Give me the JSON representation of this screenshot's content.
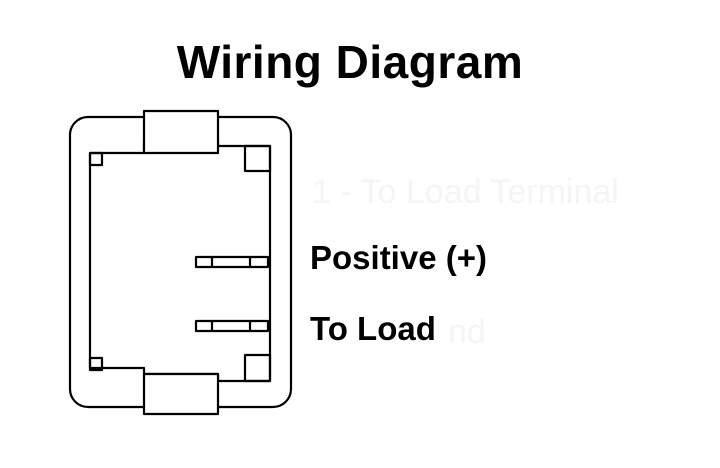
{
  "title": "Wiring Diagram",
  "pins": [
    {
      "label": "Positive (+)"
    },
    {
      "label": "To Load"
    }
  ],
  "ghost_text": {
    "line1": "1 - To Load Terminal",
    "line2": "nd"
  },
  "colors": {
    "line": "#000000",
    "background": "#ffffff",
    "ghost_text": "#f5f5f5"
  }
}
